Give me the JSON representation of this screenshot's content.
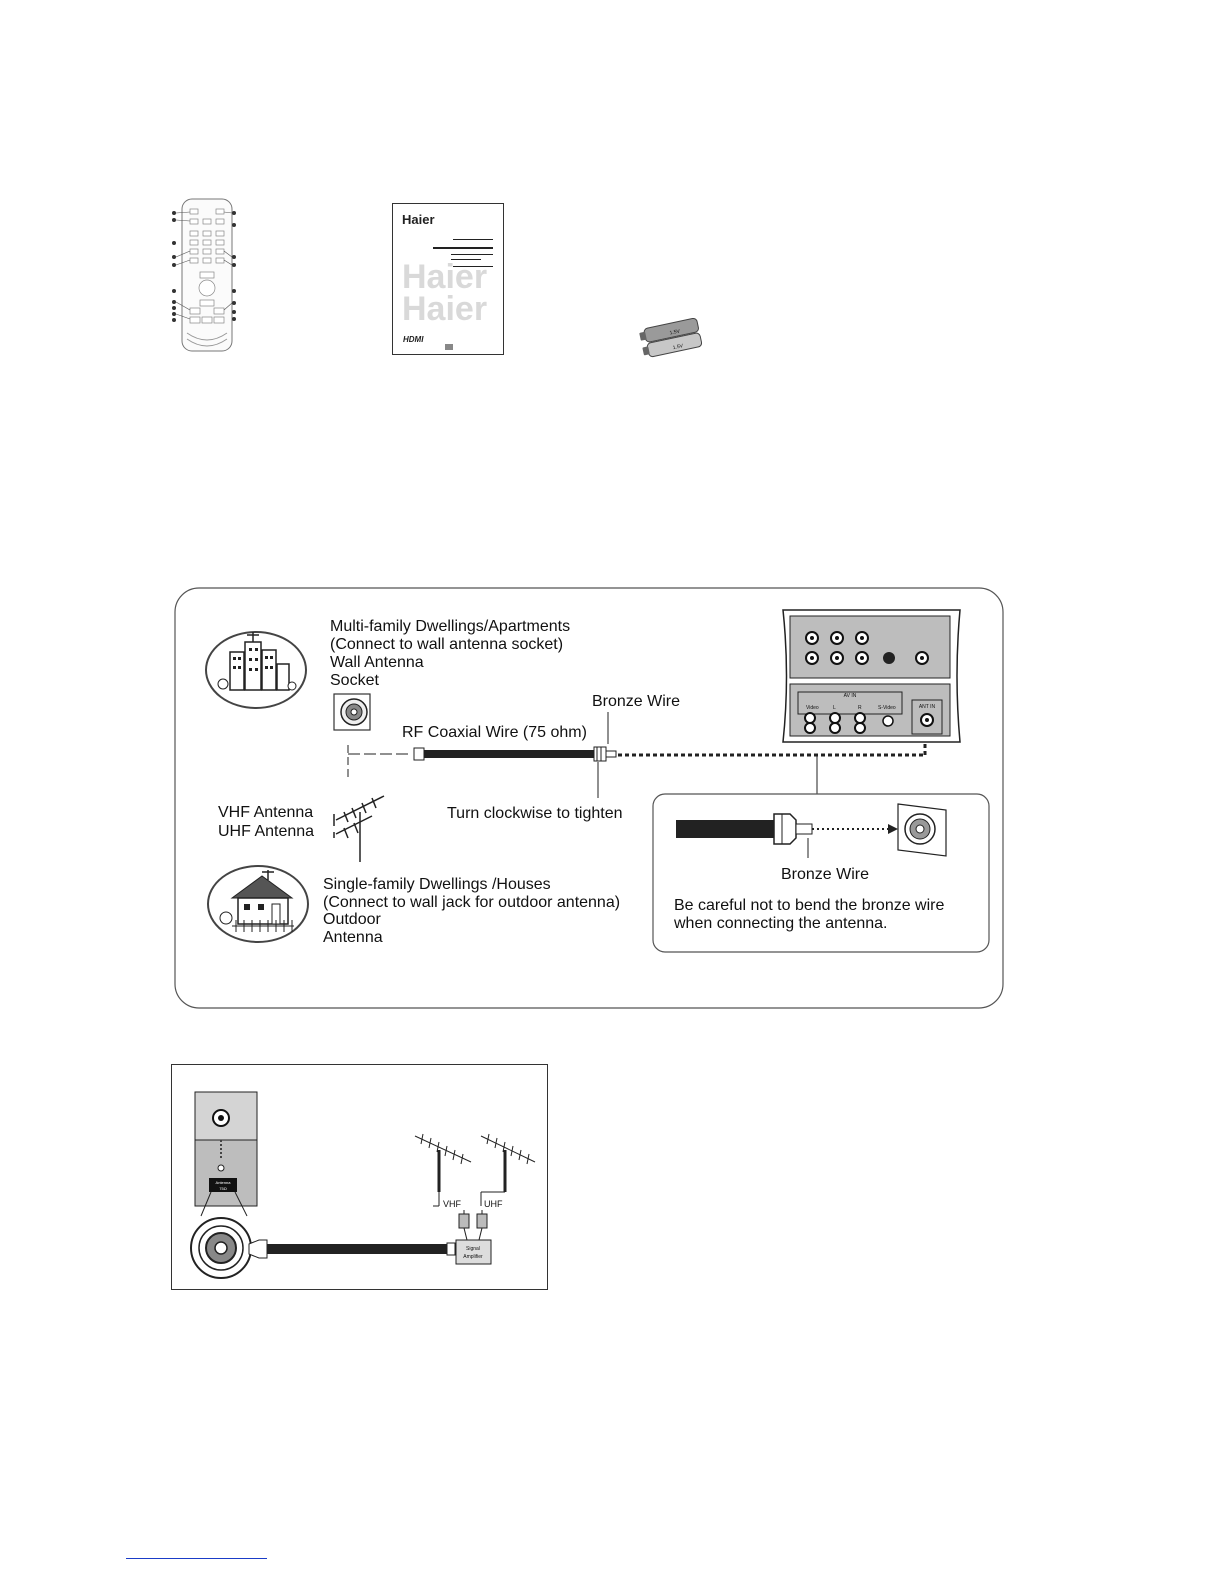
{
  "manual": {
    "brand": "Haier",
    "watermark": "Haier",
    "hdmi_badge": "HDMI"
  },
  "battery": {
    "label_a": "1.5V",
    "label_b": "1.5V"
  },
  "connection_diagram": {
    "apartments_title": "Multi-family Dwellings/Apartments",
    "apartments_note": "(Connect to wall antenna socket)",
    "wall_antenna_line1": "Wall Antenna",
    "wall_antenna_line2": "Socket",
    "bronze_wire_top": "Bronze Wire",
    "rf_coaxial": "RF Coaxial Wire (75 ohm)",
    "vhf_antenna": "VHF Antenna",
    "uhf_antenna": "UHF Antenna",
    "turn_clockwise": "Turn clockwise to tighten",
    "houses_title": "Single-family Dwellings /Houses",
    "houses_note": "(Connect to wall jack for outdoor antenna)",
    "outdoor_line1": "Outdoor",
    "outdoor_line2": "Antenna",
    "panel_av_in": "AV IN",
    "panel_video": "Video",
    "panel_l": "L",
    "panel_r": "R",
    "panel_svideo": "S-Video",
    "panel_antin": "ANT IN",
    "bronze_wire_inset": "Bronze Wire",
    "caution_line1": "Be careful not to bend the bronze wire",
    "caution_line2": "when connecting the antenna."
  },
  "amplifier_diagram": {
    "antenna_port_line1": "Antenna",
    "antenna_port_line2": "75Ω",
    "vhf": "VHF",
    "uhf": "UHF",
    "amplifier_line1": "Signal",
    "amplifier_line2": "Amplifier"
  },
  "colors": {
    "ink": "#111111",
    "panel_gray": "#bdbdbd",
    "frame_gray": "#555555"
  }
}
